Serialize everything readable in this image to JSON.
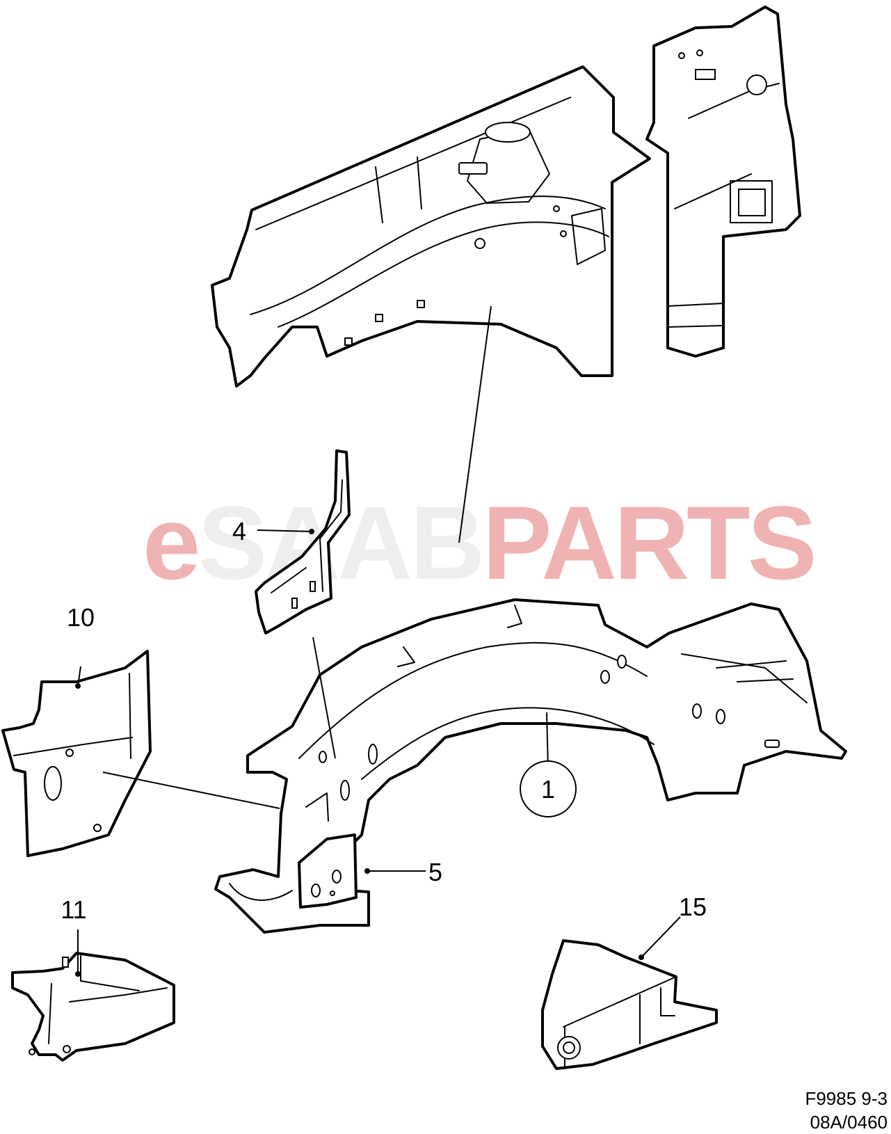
{
  "watermark": {
    "prefix": "e",
    "brand": "SAAB",
    "suffix": "PARTS",
    "colors": {
      "pink": "#f0b3b3",
      "grey": "#eeeeee"
    }
  },
  "callouts": {
    "c1": "1",
    "c4": "4",
    "c5": "5",
    "c10": "10",
    "c11": "11",
    "c15": "15"
  },
  "reference": {
    "line1": "F9985 9-3",
    "line2": "08A/0460"
  }
}
